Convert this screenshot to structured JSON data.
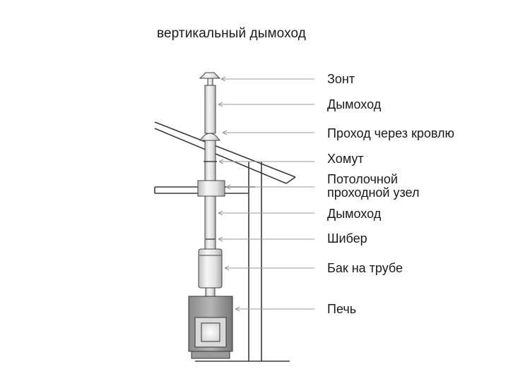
{
  "title": "вертикальный дымоход",
  "labels": [
    {
      "id": "umbrella",
      "text": "Зонт"
    },
    {
      "id": "chimney-top",
      "text": "Дымоход"
    },
    {
      "id": "roof-pass",
      "text": "Проход через кровлю"
    },
    {
      "id": "clamp",
      "text": "Хомут"
    },
    {
      "id": "ceiling-node-1",
      "text": "Потолочной"
    },
    {
      "id": "ceiling-node-2",
      "text": "проходной узел"
    },
    {
      "id": "chimney-lower",
      "text": "Дымоход"
    },
    {
      "id": "damper",
      "text": "Шибер"
    },
    {
      "id": "tank",
      "text": "Бак на трубе"
    },
    {
      "id": "stove",
      "text": "Печь"
    }
  ],
  "colors": {
    "line": "#333333",
    "pipe": "#e6e6e6",
    "arrow": "#9a9a9a"
  }
}
